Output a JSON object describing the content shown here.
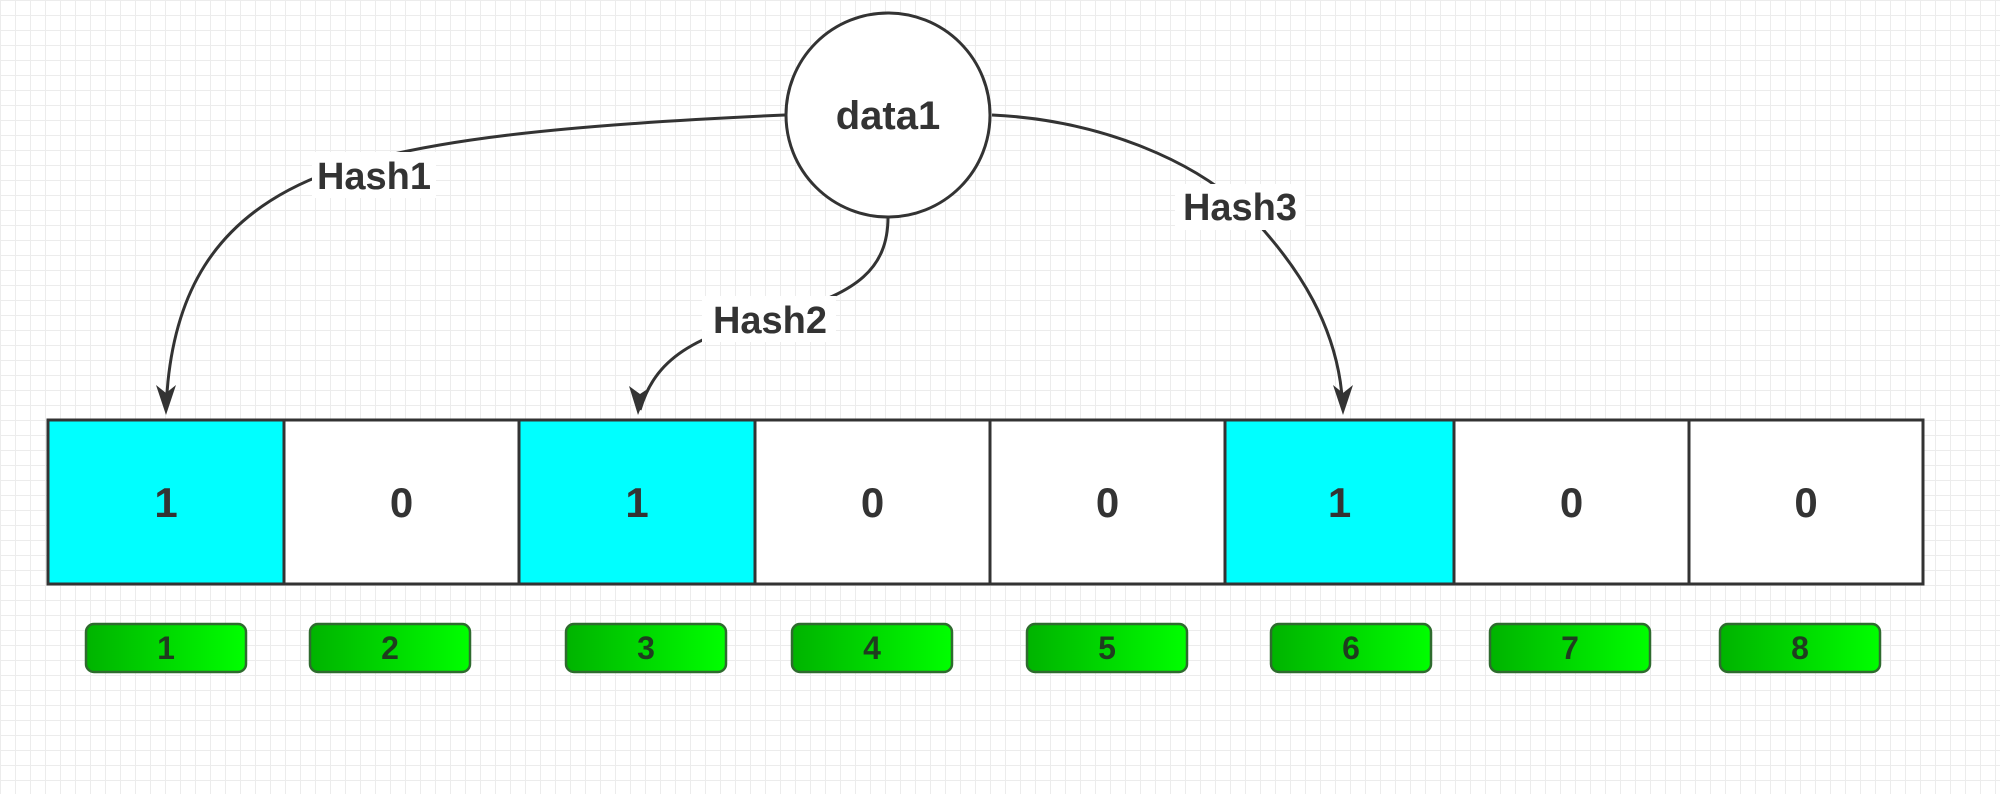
{
  "node": {
    "label": "data1"
  },
  "edges": [
    {
      "label": "Hash1",
      "target_index": 1
    },
    {
      "label": "Hash2",
      "target_index": 3
    },
    {
      "label": "Hash3",
      "target_index": 6
    }
  ],
  "bits": [
    {
      "value": "1",
      "index": "1",
      "set": true
    },
    {
      "value": "0",
      "index": "2",
      "set": false
    },
    {
      "value": "1",
      "index": "3",
      "set": true
    },
    {
      "value": "0",
      "index": "4",
      "set": false
    },
    {
      "value": "0",
      "index": "5",
      "set": false
    },
    {
      "value": "1",
      "index": "6",
      "set": true
    },
    {
      "value": "0",
      "index": "7",
      "set": false
    },
    {
      "value": "0",
      "index": "8",
      "set": false
    }
  ],
  "colors": {
    "set_cell": "#00ffff",
    "unset_cell": "#ffffff",
    "index_gradient_start": "#00b300",
    "index_gradient_end": "#00ff00",
    "stroke": "#333333"
  }
}
